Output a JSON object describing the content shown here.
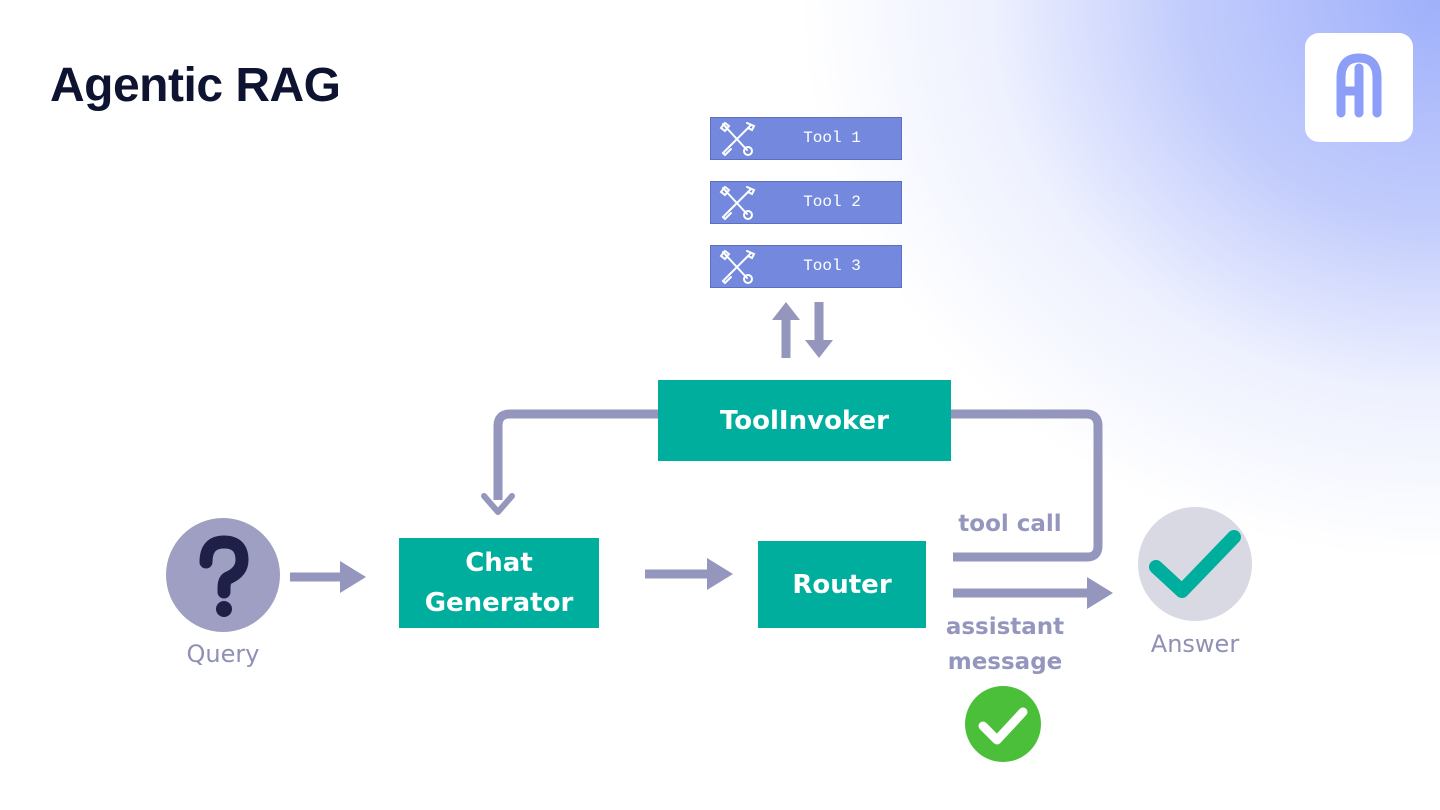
{
  "title": "Agentic RAG",
  "tools": [
    {
      "label": "Tool 1"
    },
    {
      "label": "Tool 2"
    },
    {
      "label": "Tool 3"
    }
  ],
  "nodes": {
    "tool_invoker": "ToolInvoker",
    "chat_generator_line1": "Chat",
    "chat_generator_line2": "Generator",
    "router": "Router"
  },
  "labels": {
    "query": "Query",
    "answer": "Answer",
    "tool_call": "tool call",
    "assistant_message_line1": "assistant",
    "assistant_message_line2": "message"
  },
  "colors": {
    "node_fill": "#00ae9d",
    "tool_fill": "#7489dd",
    "arrow": "#9496bd",
    "query_circle": "#9e9fc3",
    "answer_circle": "#d8d9e3",
    "check_green": "#4cbf3a"
  },
  "icons": {
    "query": "question-mark-icon",
    "answer": "checkmark-icon",
    "tools": "wrench-screwdriver-icon",
    "success": "green-check-badge-icon",
    "logo": "brand-logo-icon"
  }
}
